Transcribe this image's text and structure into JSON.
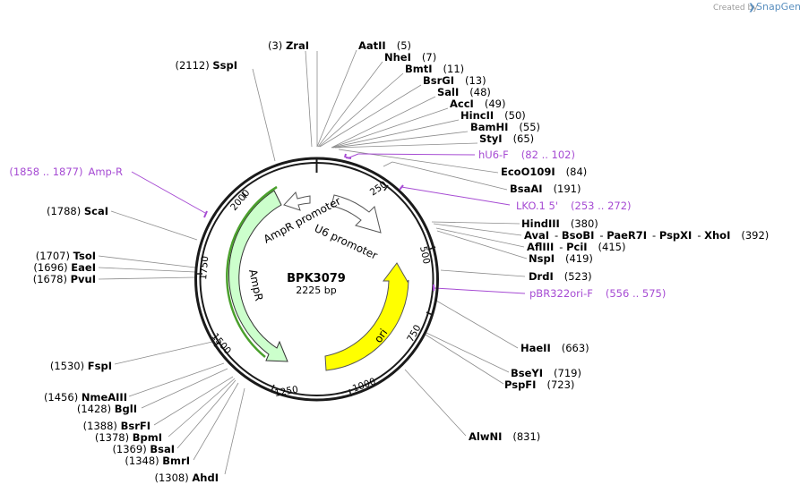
{
  "plasmid": {
    "name": "BPK3079",
    "length_label": "2225 bp"
  },
  "branding": {
    "created_by": "Created by",
    "product": "SnapGene"
  },
  "ticks": [
    "250",
    "500",
    "750",
    "1000",
    "1250",
    "1500",
    "1750",
    "2000"
  ],
  "features": {
    "ampr_promoter": "AmpR promoter",
    "u6_promoter": "U6 promoter",
    "ampr": "AmpR",
    "ori": "ori"
  },
  "sites": [
    {
      "id": "zrai",
      "name": "ZraI",
      "pos": "(3)"
    },
    {
      "id": "aatii",
      "name": "AatII",
      "pos": "(5)"
    },
    {
      "id": "nhei",
      "name": "NheI",
      "pos": "(7)"
    },
    {
      "id": "bmti",
      "name": "BmtI",
      "pos": "(11)"
    },
    {
      "id": "bsrgi",
      "name": "BsrGI",
      "pos": "(13)"
    },
    {
      "id": "sali",
      "name": "SalI",
      "pos": "(48)"
    },
    {
      "id": "acci",
      "name": "AccI",
      "pos": "(49)"
    },
    {
      "id": "hincii",
      "name": "HincII",
      "pos": "(50)"
    },
    {
      "id": "bamhi",
      "name": "BamHI",
      "pos": "(55)"
    },
    {
      "id": "styi",
      "name": "StyI",
      "pos": "(65)"
    },
    {
      "id": "ecoo109i",
      "name": "EcoO109I",
      "pos": "(84)"
    },
    {
      "id": "bsaai",
      "name": "BsaAI",
      "pos": "(191)"
    },
    {
      "id": "hindiii",
      "name": "HindIII",
      "pos": "(380)"
    },
    {
      "id": "avai",
      "name": "AvaI",
      "pos": ""
    },
    {
      "id": "bsobi",
      "name": "BsoBI",
      "pos": ""
    },
    {
      "id": "paer7i",
      "name": "PaeR7I",
      "pos": ""
    },
    {
      "id": "pspxi",
      "name": "PspXI",
      "pos": ""
    },
    {
      "id": "xhoi",
      "name": "XhoI",
      "pos": "(392)"
    },
    {
      "id": "afliii",
      "name": "AflIII",
      "pos": ""
    },
    {
      "id": "pcii",
      "name": "PciI",
      "pos": "(415)"
    },
    {
      "id": "nspi",
      "name": "NspI",
      "pos": "(419)"
    },
    {
      "id": "drdi",
      "name": "DrdI",
      "pos": "(523)"
    },
    {
      "id": "haeii",
      "name": "HaeII",
      "pos": "(663)"
    },
    {
      "id": "bseyi",
      "name": "BseYI",
      "pos": "(719)"
    },
    {
      "id": "pspfi",
      "name": "PspFI",
      "pos": "(723)"
    },
    {
      "id": "alwni",
      "name": "AlwNI",
      "pos": "(831)"
    },
    {
      "id": "ahdi",
      "name": "AhdI",
      "pos": "(1308)"
    },
    {
      "id": "bmri",
      "name": "BmrI",
      "pos": "(1348)"
    },
    {
      "id": "bsai",
      "name": "BsaI",
      "pos": "(1369)"
    },
    {
      "id": "bpmi",
      "name": "BpmI",
      "pos": "(1378)"
    },
    {
      "id": "bsrfi",
      "name": "BsrFI",
      "pos": "(1388)"
    },
    {
      "id": "bgli",
      "name": "BglI",
      "pos": "(1428)"
    },
    {
      "id": "nmeaiii",
      "name": "NmeAIII",
      "pos": "(1456)"
    },
    {
      "id": "fspi",
      "name": "FspI",
      "pos": "(1530)"
    },
    {
      "id": "pvui",
      "name": "PvuI",
      "pos": "(1678)"
    },
    {
      "id": "eaei",
      "name": "EaeI",
      "pos": "(1696)"
    },
    {
      "id": "tsoi",
      "name": "TsoI",
      "pos": "(1707)"
    },
    {
      "id": "scai",
      "name": "ScaI",
      "pos": "(1788)"
    },
    {
      "id": "sspi",
      "name": "SspI",
      "pos": "(2112)"
    }
  ],
  "primers": [
    {
      "id": "hu6f",
      "name": "hU6-F",
      "range": "(82 .. 102)"
    },
    {
      "id": "lko",
      "name": "LKO.1 5'",
      "range": "(253 .. 272)"
    },
    {
      "id": "pbr",
      "name": "pBR322ori-F",
      "range": "(556 .. 575)"
    },
    {
      "id": "ampr",
      "name": "Amp-R",
      "range": "(1858 .. 1877)"
    }
  ],
  "colors": {
    "backbone": "#1a1a1a",
    "primer": "#a64bd3",
    "ampr_fill": "#ccffcc",
    "ampr_outline": "#4aa02c",
    "ori_fill": "#ffff00",
    "promoter_fill": "#ffffff",
    "leader_line": "#8c8c8c",
    "brand": "#5a8fbf"
  }
}
